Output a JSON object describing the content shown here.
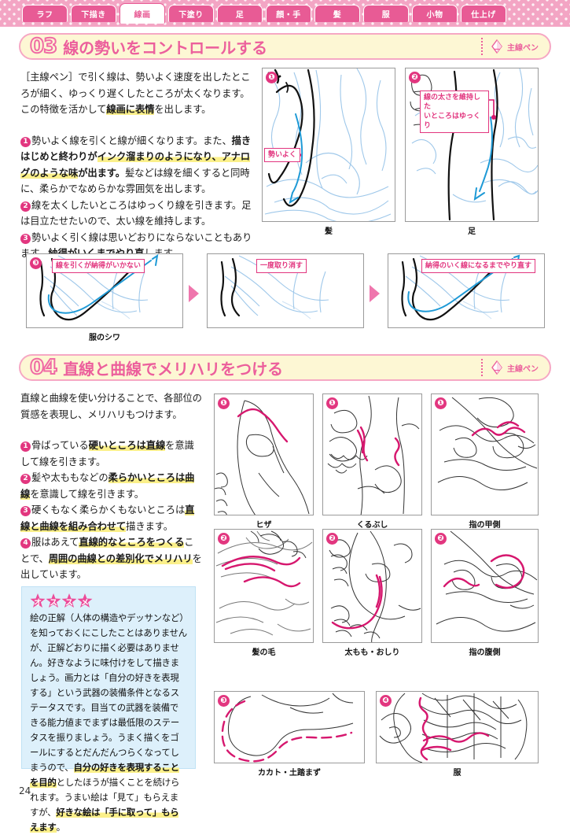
{
  "header": {
    "tabs": [
      {
        "label": "ラフ",
        "active": false
      },
      {
        "label": "下描き",
        "active": false
      },
      {
        "label": "線画",
        "active": true
      },
      {
        "label": "下塗り",
        "active": false
      },
      {
        "label": "足",
        "active": false
      },
      {
        "label": "顔・手",
        "active": false
      },
      {
        "label": "髪",
        "active": false
      },
      {
        "label": "服",
        "active": false
      },
      {
        "label": "小物",
        "active": false
      },
      {
        "label": "仕上げ",
        "active": false
      }
    ]
  },
  "section03": {
    "number": "03",
    "title": "線の勢いをコントロールする",
    "pen_label": "主線ペン",
    "intro": "［主線ペン］で引く線は、勢いよく速度を出したところが細く、ゆっくり遅くしたところが太くなります。この特徴を活かして線画に表情を出します。",
    "intro_highlight": "線画に表情",
    "points": [
      {
        "num": "❶",
        "text": "勢いよく線を引くと線が細くなります。また、描きはじめと終わりがインク溜まりのようになり、アナログのような味が出ます。髪などは線を細くすると同時に、柔らかでなめらかな雰囲気を出します。"
      },
      {
        "num": "❷",
        "text": "線を太くしたいところはゆっくり線を引きます。足は目立たせたいので、太い線を維持します。"
      },
      {
        "num": "❸",
        "text": "勢いよく引く線は思いどおりにならないこともあります。納得がいくまでやり直します。"
      }
    ],
    "figures_top": [
      {
        "badge": "❶",
        "caption": "髪",
        "callout": "勢いよく"
      },
      {
        "badge": "❷",
        "caption": "足",
        "callout": "線の太さを維持した\nいところはゆっくり"
      }
    ],
    "figures_seq": [
      {
        "badge": "❸",
        "caption": "服のシワ",
        "callout": "線を引くが納得がいかない"
      },
      {
        "badge": "",
        "caption": "",
        "callout": "一度取り消す"
      },
      {
        "badge": "",
        "caption": "",
        "callout": "納得のいく線になるまでやり直す"
      }
    ]
  },
  "section04": {
    "number": "04",
    "title": "直線と曲線でメリハリをつける",
    "pen_label": "主線ペン",
    "intro": "直線と曲線を使い分けることで、各部位の質感を表現し、メリハリもつけます。",
    "points": [
      {
        "num": "❶",
        "text": "骨ばっている硬いところは直線を意識して線を引きます。"
      },
      {
        "num": "❷",
        "text": "髪や太ももなどの柔らかいところは曲線を意識して線を引きます。"
      },
      {
        "num": "❸",
        "text": "硬くもなく柔らかくもないところは直線と曲線を組み合わせて描きます。"
      },
      {
        "num": "❹",
        "text": "服はあえて直線的なところをつくることで、周囲の曲線との差別化でメリハリを出しています。"
      }
    ],
    "figures": [
      {
        "badge": "❶",
        "caption": "ヒザ"
      },
      {
        "badge": "❶",
        "caption": "くるぶし"
      },
      {
        "badge": "❶",
        "caption": "指の甲側"
      },
      {
        "badge": "❷",
        "caption": "髪の毛"
      },
      {
        "badge": "❷",
        "caption": "太もも・おしり"
      },
      {
        "badge": "❷",
        "caption": "指の腹側"
      },
      {
        "badge": "❸",
        "caption": "カカト・土踏まず"
      },
      {
        "badge": "❹",
        "caption": "服"
      }
    ]
  },
  "tipbox": {
    "stars": [
      "オ",
      "ス",
      "ス",
      "メ"
    ],
    "text": "絵の正解（人体の構造やデッサンなど）を知っておくにこしたことはありませんが、正解どおりに描く必要はありません。好きなように味付けをして描きましょう。画力とは「自分の好きを表現する」という武器の装備条件となるステータスです。目当ての武器を装備できる能力値までまずは最低限のステータスを振りましょう。うまく描くをゴールにするとだんだんつらくなってしまうので、自分の好きを表現することを目的としたほうが描くことを続けられます。うまい絵は「見て」もらえますが、好きな絵は「手に取って」もらえます。"
  },
  "page_number": "24",
  "colors": {
    "pink": "#e85b95",
    "magenta": "#e2367f",
    "cream": "#fdf7d4",
    "blue_sketch": "#9fc8ea",
    "tip_bg": "#ddf0fb"
  }
}
